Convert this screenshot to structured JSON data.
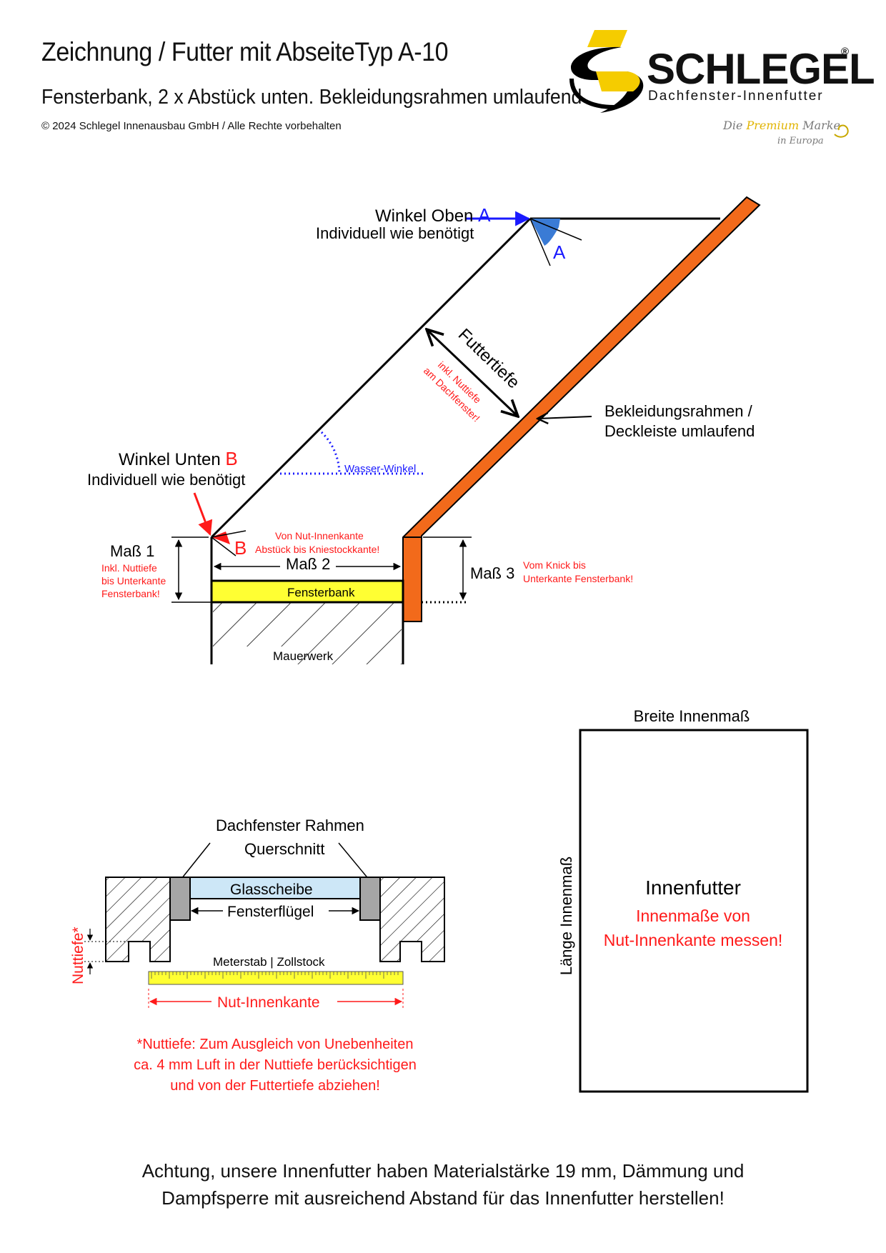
{
  "header": {
    "title": "Zeichnung / Futter mit AbseiteTyp A-10",
    "subtitle": "Fensterbank, 2 x Abstück unten. Bekleidungsrahmen umlaufend",
    "copyright": "© 2024 Schlegel Innenausbau GmbH / Alle Rechte vorbehalten"
  },
  "logo": {
    "brand": "SCHLEGEL",
    "registered": "®",
    "tagline": "Dachfenster-Innenfutter",
    "slogan_a": "Die ",
    "slogan_premium": "Premium",
    "slogan_b": " Marke",
    "slogan_c": "in Europa"
  },
  "section_view": {
    "winkel_oben_title": "Winkel Oben ",
    "winkel_oben_letter": "A",
    "winkel_oben_note": "Individuell wie benötigt",
    "angle_a_label": "A",
    "futtertiefe": "Futtertiefe",
    "nuttiefe_note_1": "inkl. Nuttiefe",
    "nuttiefe_note_2": "am Dachfenster!",
    "bekleidung_1": "Bekleidungsrahmen /",
    "bekleidung_2": "Deckleiste umlaufend",
    "wasser_winkel": "Wasser-Winkel",
    "winkel_unten_title": "Winkel Unten ",
    "winkel_unten_letter": "B",
    "winkel_unten_note": "Individuell wie benötigt",
    "angle_b_label": "B",
    "mass1": "Maß 1",
    "mass1_note_1": "Inkl. Nuttiefe",
    "mass1_note_2": "bis Unterkante",
    "mass1_note_3": "Fensterbank!",
    "mass2_note_1": "Von Nut-Innenkante",
    "mass2_note_2": "Abstück bis Kniestockkante!",
    "mass2": "Maß 2",
    "mass3": "Maß 3",
    "mass3_note_1": "Vom Knick bis",
    "mass3_note_2": "Unterkante Fensterbank!",
    "fensterbank": "Fensterbank",
    "mauerwerk": "Mauerwerk"
  },
  "frame_view": {
    "title_1": "Dachfenster Rahmen",
    "title_2": "Querschnitt",
    "glas": "Glasscheibe",
    "fluegel": "Fensterflügel",
    "nuttiefe": "Nuttiefe*",
    "meterstab": "Meterstab | Zollstock",
    "nut_innenkante": "Nut-Innenkante",
    "footnote_1": "*Nuttiefe: Zum Ausgleich von Unebenheiten",
    "footnote_2": "ca. 4 mm Luft in der Nuttiefe berücksichtigen",
    "footnote_3": "und von der Futtertiefe abziehen!"
  },
  "innenfutter": {
    "breite": "Breite Innenmaß",
    "laenge": "Länge Innenmaß",
    "title": "Innenfutter",
    "note_1": "Innenmaße von",
    "note_2": "Nut-Innenkante messen!"
  },
  "footer": {
    "line_1": "Achtung, unsere Innenfutter haben Materialstärke 19 mm, Dämmung und",
    "line_2": "Dampfsperre mit ausreichend Abstand für das Innenfutter herstellen!"
  },
  "colors": {
    "orange": "#f26a1b",
    "yellow": "#ffff33",
    "blue": "#1a1aff",
    "red": "#ff1a1a",
    "glass": "#cde7f7",
    "grey": "#a6a6a6",
    "logo_yellow": "#f5cc00"
  }
}
